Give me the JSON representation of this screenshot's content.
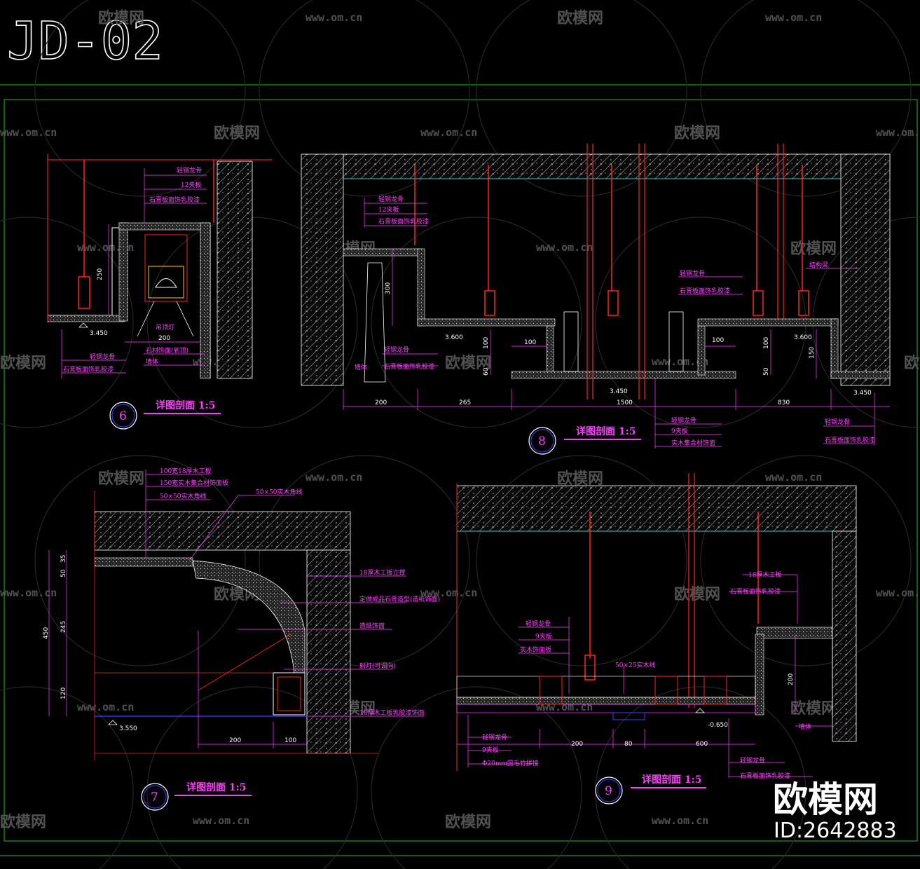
{
  "sheet_id": "JD-02",
  "watermark": {
    "brand": "欧模网",
    "url": "www.om.cn"
  },
  "logo": {
    "brand": "欧模网",
    "id": "ID:2642883"
  },
  "details": [
    {
      "num": "6",
      "title": "详图剖面 1:5",
      "labels": [
        "轻钢龙骨",
        "12夹板",
        "石膏板面饰乳胶漆",
        "吊顶灯",
        "石材饰面(到顶)",
        "墙体",
        "轻钢龙骨",
        "石膏板面饰乳胶漆"
      ],
      "dims": [
        "250",
        "200"
      ],
      "levels": [
        "3.450"
      ]
    },
    {
      "num": "8",
      "title": "详图剖面 1:5",
      "labels": [
        "轻钢龙骨",
        "12夹板",
        "石膏板面饰乳胶漆",
        "轻钢龙骨",
        "石膏板面饰乳胶漆",
        "墙体",
        "轻钢龙骨",
        "石膏板面饰乳胶漆",
        "结构梁",
        "轻钢龙骨",
        "9夹板",
        "实木集合材饰面",
        "轻钢龙骨",
        "石膏板面饰乳胶漆"
      ],
      "dims": [
        "300",
        "100",
        "100",
        "60",
        "100",
        "100",
        "50",
        "150",
        "200",
        "265",
        "1500",
        "830"
      ],
      "levels": [
        "3.600",
        "3.450",
        "3.600",
        "3.450"
      ]
    },
    {
      "num": "7",
      "title": "详图剖面 1:5",
      "labels": [
        "100宽18厚木工板",
        "150宽实木集合材饰面板",
        "50×50实木角线",
        "50×50实木角线",
        "18厚木工板立撑",
        "定做成品石膏造型(造纸饰面)",
        "造纸饰面",
        "射灯(可调向)",
        "18厚木工板乳胶漆饰面"
      ],
      "dims": [
        "35",
        "50",
        "450",
        "245",
        "120",
        "200",
        "100"
      ],
      "levels": [
        "3.550"
      ]
    },
    {
      "num": "9",
      "title": "详图剖面 1:5",
      "labels": [
        "18厚木工板",
        "石膏板面饰乳胶漆",
        "轻钢龙骨",
        "9夹板",
        "实木饰面板",
        "50×25实木线",
        "墙体",
        "轻钢龙骨",
        "9夹板",
        "Φ20mm圆毛竹拼接",
        "轻钢龙骨",
        "石膏板面饰乳胶漆"
      ],
      "dims": [
        "200",
        "200",
        "80",
        "600"
      ],
      "levels": [
        "-0.650"
      ]
    }
  ]
}
